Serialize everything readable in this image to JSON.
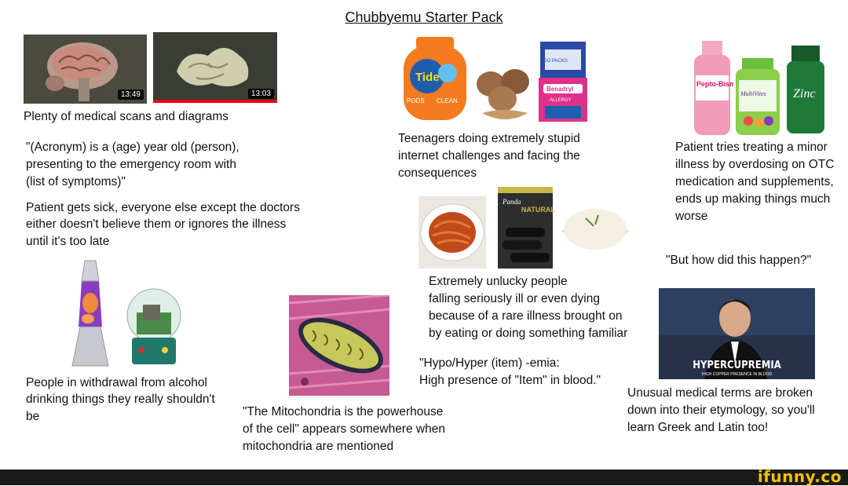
{
  "title": "Chubbyemu Starter Pack",
  "scan_panel": {
    "thumb1_duration": "13:49",
    "thumb2_duration": "13:03",
    "caption": "Plenty of medical scans and diagrams"
  },
  "texts": {
    "acronym_line1": "\"(Acronym) is a (age) year old (person),",
    "acronym_line2": "presenting to the emergency room with",
    "acronym_line3": "(list of symptoms)\"",
    "doctors_line1": "Patient gets sick, everyone else except the doctors",
    "doctors_line2": "either doesn't believe them or ignores the illness",
    "doctors_line3": "until it's too late",
    "withdrawal_line1": "People in withdrawal from alcohol",
    "withdrawal_line2": "drinking things they really shouldn't",
    "withdrawal_line3": "be",
    "mito_line1": "\"The Mitochondria is the powerhouse",
    "mito_line2": "of the cell\" appears somewhere when",
    "mito_line3": "mitochondria are mentioned",
    "teen_line1": "Teenagers doing extremely stupid",
    "teen_line2": "internet challenges and facing the",
    "teen_line3": "consequences",
    "unlucky_line1": "Extremely unlucky people",
    "unlucky_line2": "falling seriously ill or even dying",
    "unlucky_line3": "because of a rare illness brought on",
    "unlucky_line4": "by eating or doing something familiar",
    "hypo_line1": "\"Hypo/Hyper (item) -emia:",
    "hypo_line2": "High presence of \"Item\" in blood.\"",
    "otc_line1": "Patient tries treating a minor",
    "otc_line2": "illness by overdosing on OTC",
    "otc_line3": "medication and supplements,",
    "otc_line4": "ends up making things much",
    "otc_line5": "worse",
    "how_happen": "\"But how did this happen?\"",
    "terms_line1": "Unusual medical terms are broken",
    "terms_line2": "down into their etymology, so you'll",
    "terms_line3": "learn Greek and Latin too!"
  },
  "products": {
    "tide_label": "Tide",
    "pods_label": "PODS",
    "clean_label": "CLEAN",
    "go_packs": "GO PACKS",
    "benadryl": "Benadryl",
    "allergy": "ALLERGY",
    "pepto": "Pepto-Bismol",
    "multivites": "MultiVites",
    "zinc": "Zinc",
    "panda": "Panda",
    "natural": "NATURAL"
  },
  "video_caption": {
    "main": "HYPERCUPREMIA",
    "sub": "HIGH COPPER PRESENCE IN BLOOD"
  },
  "watermark": "ifunny.co",
  "colors": {
    "tide_orange": "#f47b20",
    "tide_blue": "#1d5fae",
    "benadryl_pink": "#e0308a",
    "pepto_pink": "#f29bb8",
    "zinc_green": "#1f7a3a",
    "lava_purple": "#7a2aa8",
    "lava_orange": "#f08a3c",
    "mito_pink": "#c04c8a",
    "watermark_yellow": "#f2c200"
  }
}
